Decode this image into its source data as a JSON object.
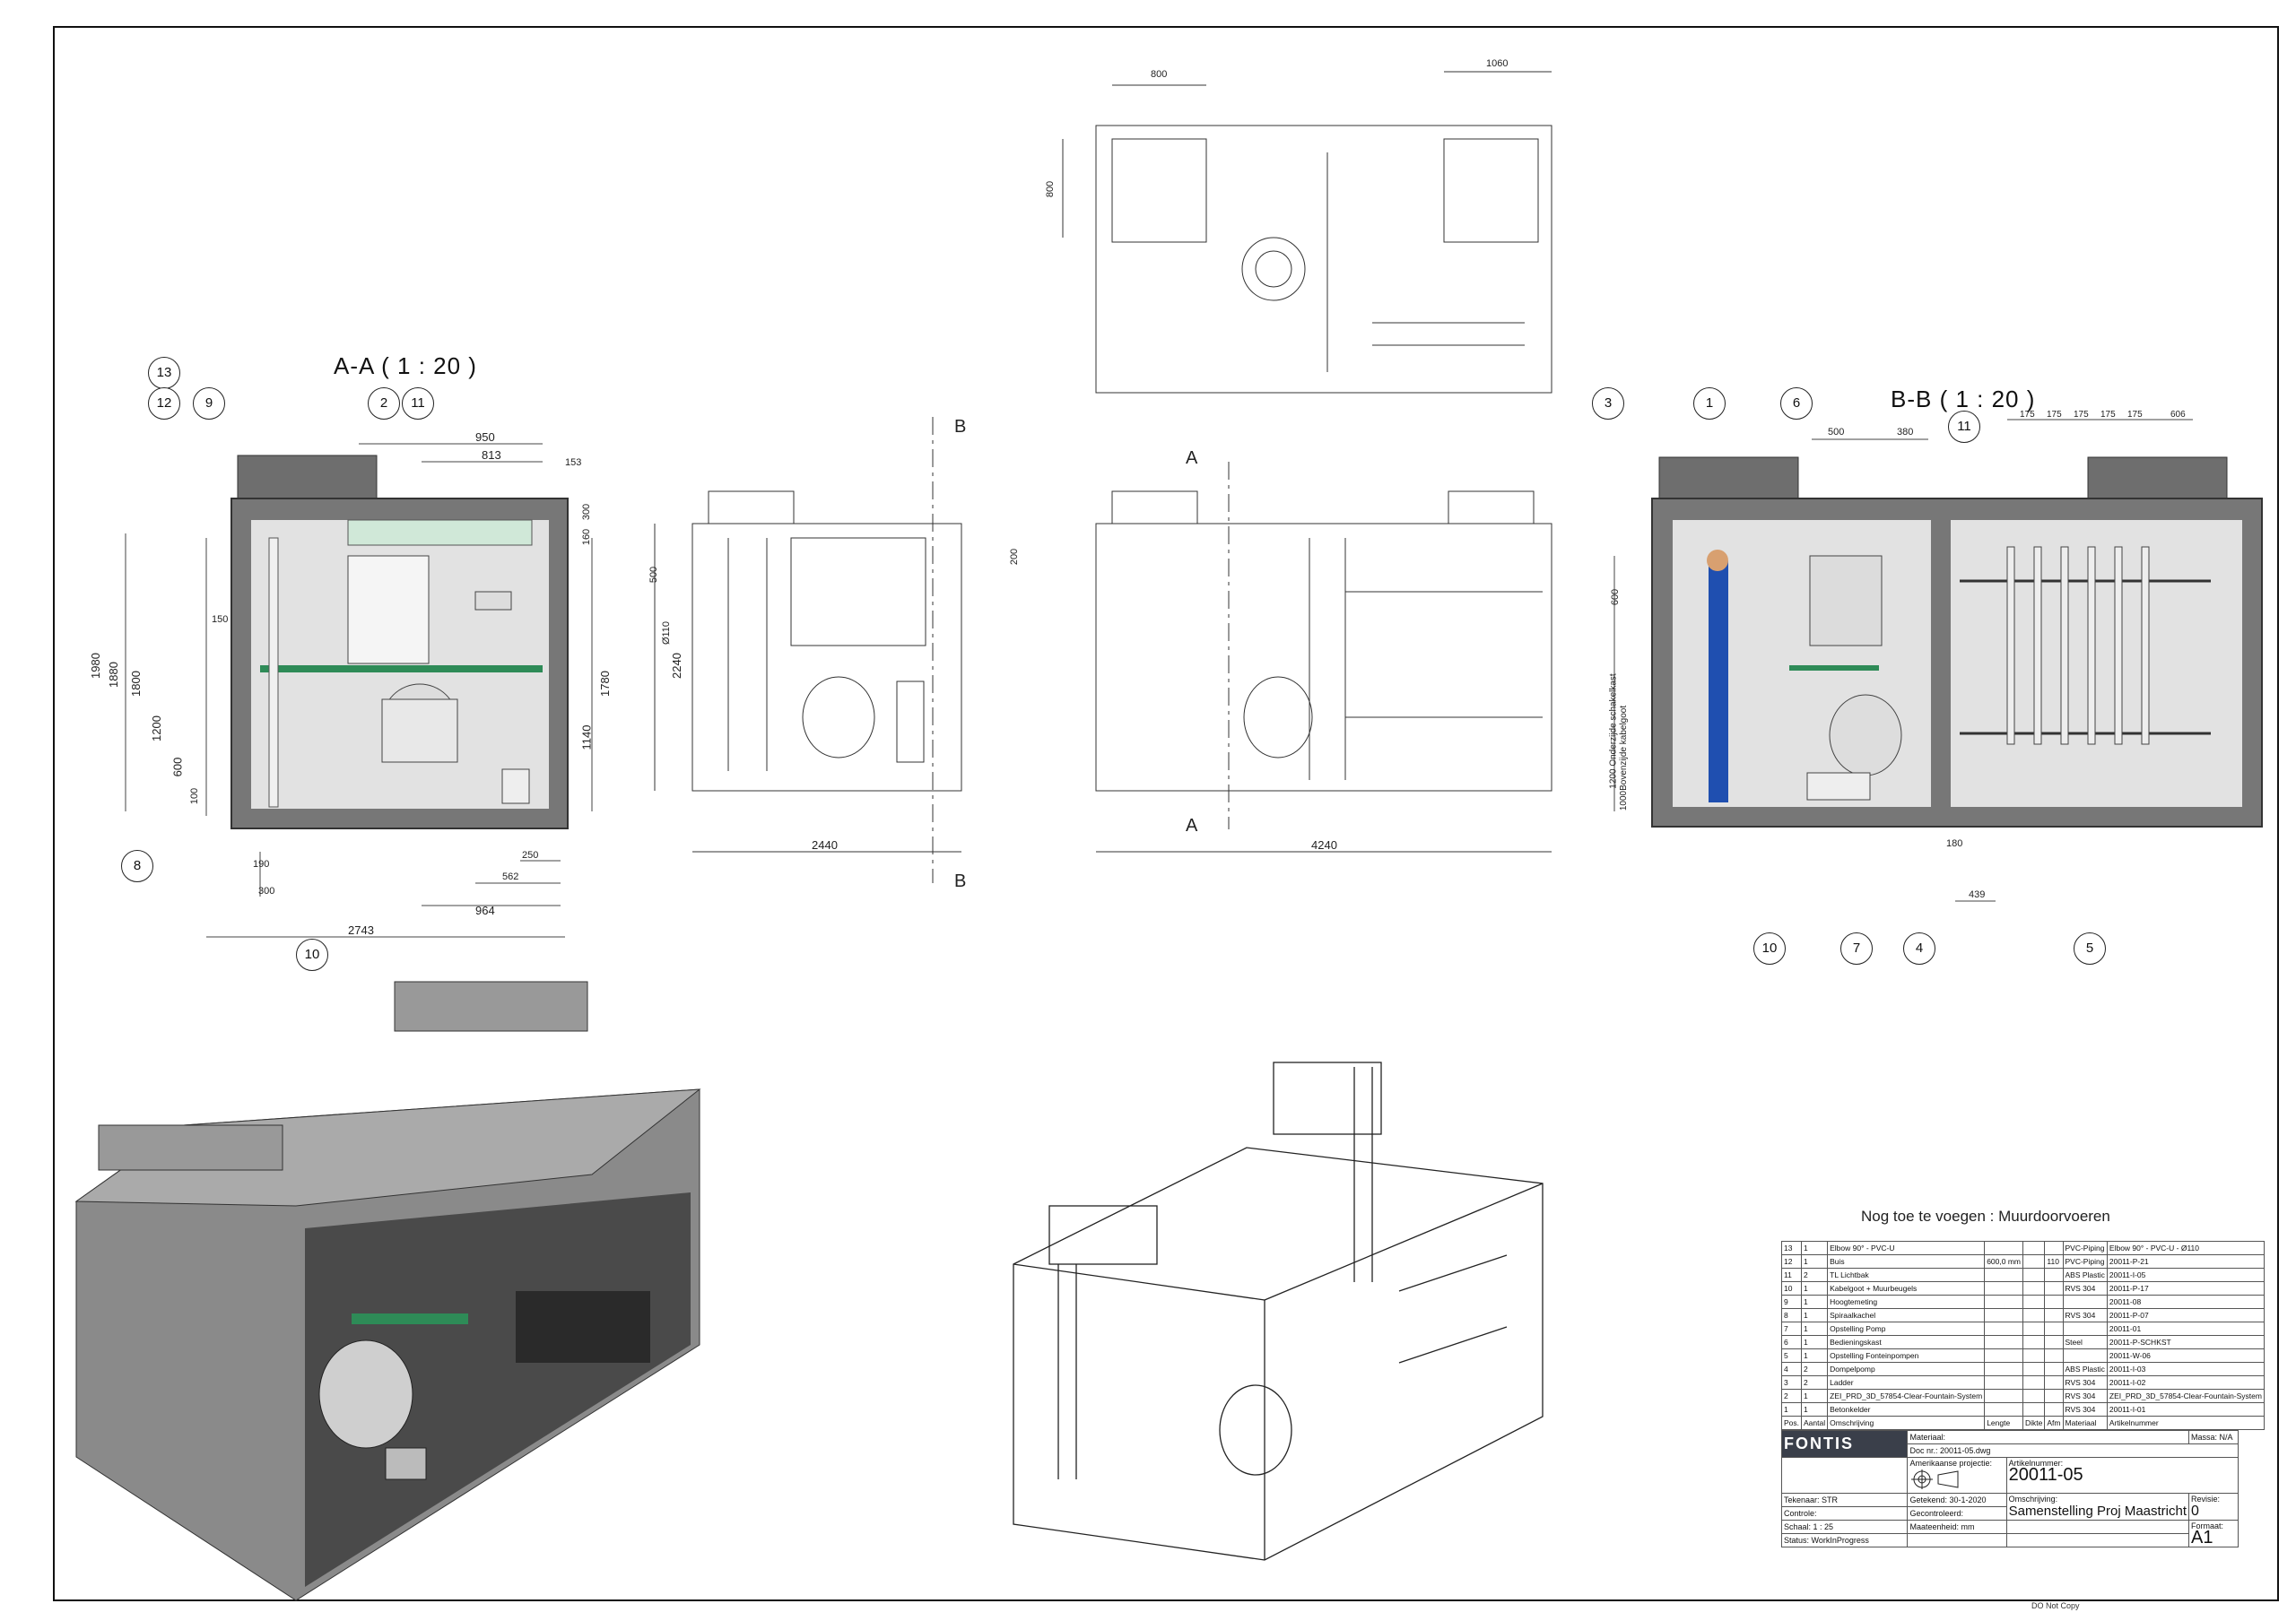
{
  "views": {
    "aa_title": "A-A ( 1 : 20 )",
    "bb_title": "B-B ( 1 : 20 )",
    "section_marks": [
      "A",
      "A",
      "B",
      "B"
    ]
  },
  "dims_aa": [
    "1980",
    "1880",
    "1800",
    "1200",
    "600",
    "100",
    "150",
    "950",
    "813",
    "153",
    "300",
    "160",
    "1780",
    "1140",
    "190",
    "300",
    "250",
    "562",
    "964",
    "2743"
  ],
  "dims_side": [
    "500",
    "Ø110",
    "2240",
    "200",
    "2440"
  ],
  "dims_top": [
    "800",
    "1060",
    "800"
  ],
  "dims_front": [
    "4240"
  ],
  "dims_bb": [
    "500",
    "380",
    "175",
    "175",
    "175",
    "175",
    "175",
    "606",
    "600",
    "1200 Onderzijde schakelkast",
    "1000Bovenzijde kabelgoot",
    "180",
    "439"
  ],
  "balloons_aa": [
    "13",
    "12",
    "9",
    "2",
    "11",
    "8",
    "10"
  ],
  "balloons_bb": [
    "3",
    "1",
    "6",
    "11",
    "10",
    "7",
    "4",
    "5"
  ],
  "note": "Nog toe te voegen : Muurdoorvoeren",
  "bom": {
    "rows": [
      {
        "pos": "13",
        "qty": "1",
        "desc": "Elbow 90° - PVC-U",
        "len": "",
        "dikte": "",
        "afm": "",
        "mat": "PVC-Piping",
        "art": "Elbow 90° - PVC-U - Ø110"
      },
      {
        "pos": "12",
        "qty": "1",
        "desc": "Buis",
        "len": "600,0 mm",
        "dikte": "",
        "afm": "110",
        "mat": "PVC-Piping",
        "art": "20011-P-21"
      },
      {
        "pos": "11",
        "qty": "2",
        "desc": "TL Lichtbak",
        "len": "",
        "dikte": "",
        "afm": "",
        "mat": "ABS Plastic",
        "art": "20011-I-05"
      },
      {
        "pos": "10",
        "qty": "1",
        "desc": "Kabelgoot + Muurbeugels",
        "len": "",
        "dikte": "",
        "afm": "",
        "mat": "RVS 304",
        "art": "20011-P-17"
      },
      {
        "pos": "9",
        "qty": "1",
        "desc": "Hoogtemeting",
        "len": "",
        "dikte": "",
        "afm": "",
        "mat": "",
        "art": "20011-08"
      },
      {
        "pos": "8",
        "qty": "1",
        "desc": "Spiraalkachel",
        "len": "",
        "dikte": "",
        "afm": "",
        "mat": "RVS 304",
        "art": "20011-P-07"
      },
      {
        "pos": "7",
        "qty": "1",
        "desc": "Opstelling Pomp",
        "len": "",
        "dikte": "",
        "afm": "",
        "mat": "",
        "art": "20011-01"
      },
      {
        "pos": "6",
        "qty": "1",
        "desc": "Bedieningskast",
        "len": "",
        "dikte": "",
        "afm": "",
        "mat": "Steel",
        "art": "20011-P-SCHKST"
      },
      {
        "pos": "5",
        "qty": "1",
        "desc": "Opstelling Fonteinpompen",
        "len": "",
        "dikte": "",
        "afm": "",
        "mat": "",
        "art": "20011-W-06"
      },
      {
        "pos": "4",
        "qty": "2",
        "desc": "Dompelpomp",
        "len": "",
        "dikte": "",
        "afm": "",
        "mat": "ABS Plastic",
        "art": "20011-I-03"
      },
      {
        "pos": "3",
        "qty": "2",
        "desc": "Ladder",
        "len": "",
        "dikte": "",
        "afm": "",
        "mat": "RVS 304",
        "art": "20011-I-02"
      },
      {
        "pos": "2",
        "qty": "1",
        "desc": "ZEI_PRD_3D_57854-Clear-Fountain-System",
        "len": "",
        "dikte": "",
        "afm": "",
        "mat": "RVS 304",
        "art": "ZEI_PRD_3D_57854-Clear-Fountain-System"
      },
      {
        "pos": "1",
        "qty": "1",
        "desc": "Betonkelder",
        "len": "",
        "dikte": "",
        "afm": "",
        "mat": "RVS 304",
        "art": "20011-I-01"
      }
    ],
    "headers": [
      "Pos.",
      "Aantal",
      "Omschrijving",
      "Lengte",
      "Dikte",
      "Afm",
      "Materiaal",
      "Artikelnummer"
    ]
  },
  "titleblock": {
    "brand": "FONTIS",
    "materiaal_label": "Materiaal:",
    "massa_label": "Massa:",
    "massa_value": "N/A",
    "doc_label": "Doc nr.:",
    "doc_value": "20011-05.dwg",
    "projection_label": "Amerikaanse projectie:",
    "artnr_label": "Artikelnummer:",
    "artnr_value": "20011-05",
    "omschrijving_label": "Omschrijving:",
    "omschrijving_value": "Samenstelling Proj Maastricht",
    "revisie_label": "Revisie:",
    "revisie_value": "0",
    "formaat_label": "Formaat:",
    "formaat_value": "A1",
    "tekenaar_label": "Tekenaar:",
    "tekenaar_value": "STR",
    "getekend_label": "Getekend:",
    "getekend_value": "30-1-2020",
    "controle_label": "Controle:",
    "gecontroleerd_label": "Gecontroleerd:",
    "schaal_label": "Schaal:",
    "schaal_value": "1 : 25",
    "maateenheid_label": "Maateenheid:",
    "maateenheid_value": "mm",
    "status_label": "Status:",
    "status_value": "WorkInProgress",
    "footer": "DO Not Copy"
  }
}
